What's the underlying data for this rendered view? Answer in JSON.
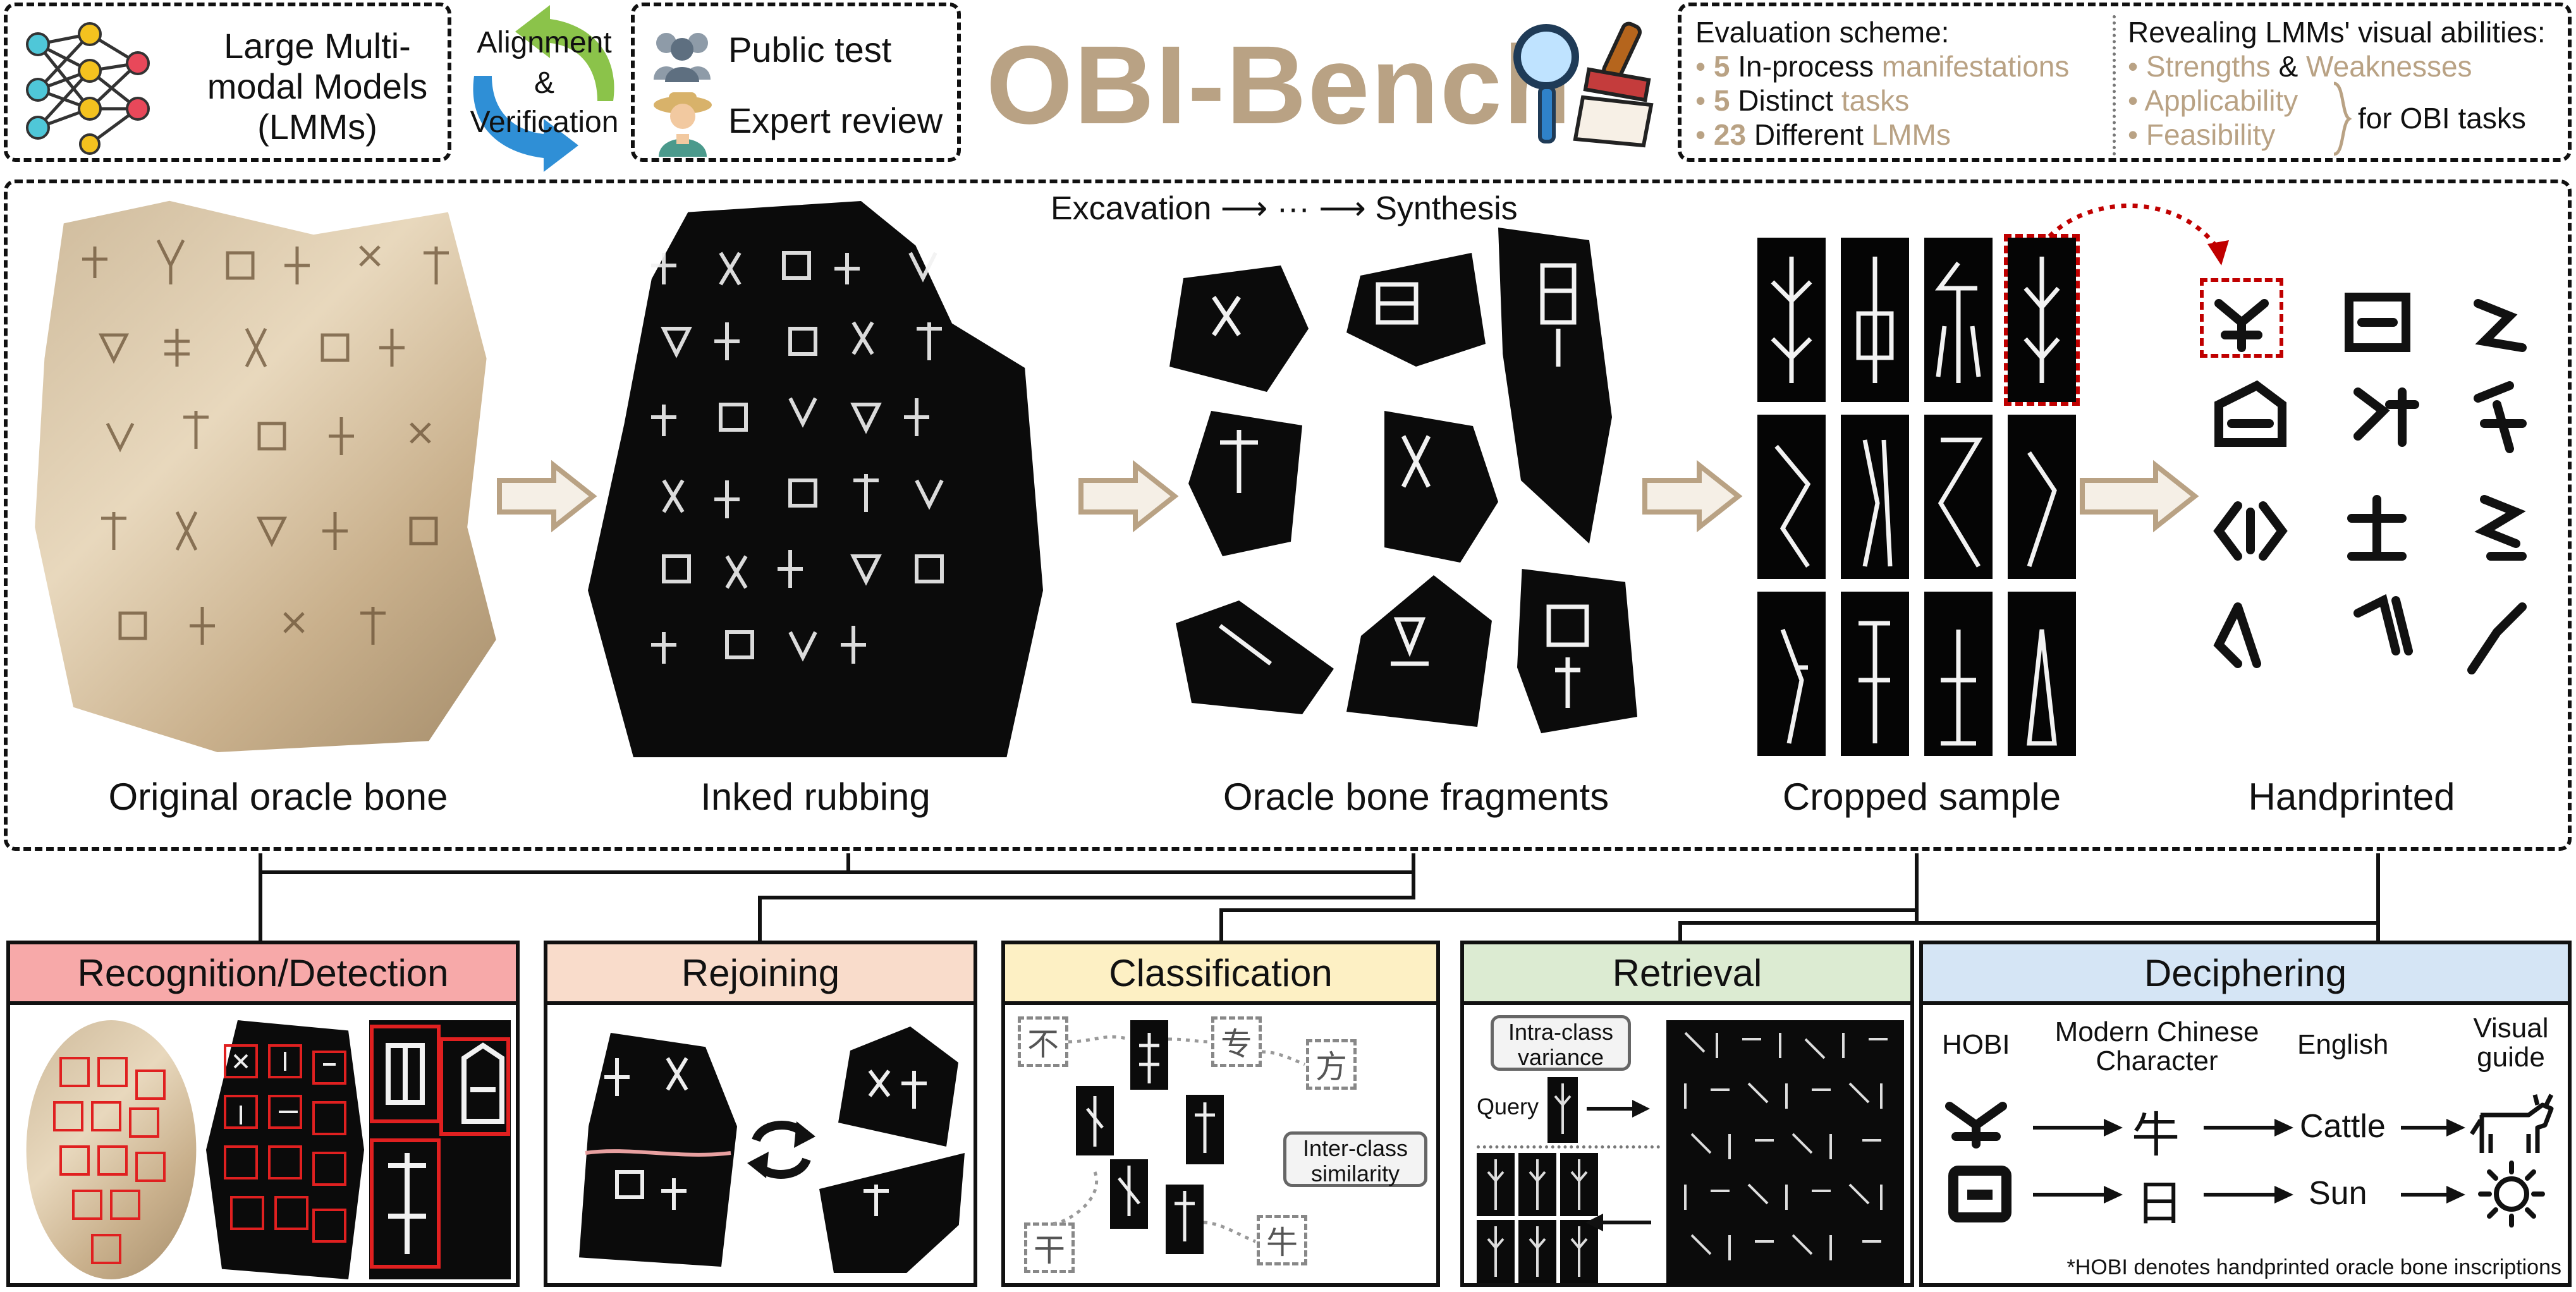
{
  "header": {
    "models_label": [
      "Large Multi-",
      "modal Models",
      "(LMMs)"
    ],
    "alignment_label": [
      "Alignment",
      "&",
      "Verification"
    ],
    "public_test": "Public test",
    "expert_review": "Expert review",
    "title": "OBI-Bench",
    "eval_title": "Evaluation scheme:",
    "eval_items": [
      {
        "num": "5",
        "text": " In-process ",
        "highlight": "manifestations"
      },
      {
        "num": "5",
        "text": " Distinct ",
        "highlight": "tasks"
      },
      {
        "num": "23",
        "text": " Different ",
        "highlight": "LMMs"
      }
    ],
    "reveal_title": "Revealing LMMs' visual abilities:",
    "reveal_items": [
      {
        "a": "Strengths",
        "mid": " & ",
        "b": "Weaknesses"
      },
      {
        "a": "Applicability",
        "mid": "",
        "b": ""
      },
      {
        "a": "Feasibility",
        "mid": "",
        "b": ""
      }
    ],
    "reveal_suffix": "for OBI tasks"
  },
  "pipeline": {
    "caption_top": "Excavation ⟶ ··· ⟶ Synthesis",
    "stages": [
      "Original oracle bone",
      "Inked rubbing",
      "Oracle bone fragments",
      "Cropped sample",
      "Handprinted"
    ]
  },
  "tasks": {
    "recognition": {
      "title": "Recognition/Detection",
      "color": "#f7a9a9"
    },
    "rejoining": {
      "title": "Rejoining",
      "color": "#f9dccb"
    },
    "classification": {
      "title": "Classification",
      "color": "#fdf0c4",
      "chars": [
        "不",
        "专",
        "方",
        "干",
        "牛"
      ],
      "note": [
        "Inter-class",
        "similarity"
      ]
    },
    "retrieval": {
      "title": "Retrieval",
      "color": "#dcebd2",
      "note": [
        "Intra-class",
        "variance"
      ],
      "query": "Query"
    },
    "deciphering": {
      "title": "Deciphering",
      "color": "#d5e5f5",
      "cols": [
        "HOBI",
        "Modern Chinese",
        "Character",
        "English",
        "Visual",
        "guide"
      ],
      "rows": [
        {
          "modern": "牛",
          "english": "Cattle"
        },
        {
          "modern": "日",
          "english": "Sun"
        }
      ],
      "footnote": "*HOBI denotes handprinted oracle bone inscriptions"
    }
  },
  "colors": {
    "gold": "#b9a284",
    "arrow_fill": "#f5efe6",
    "arrow_stroke": "#b9a284",
    "red": "#c00000"
  }
}
